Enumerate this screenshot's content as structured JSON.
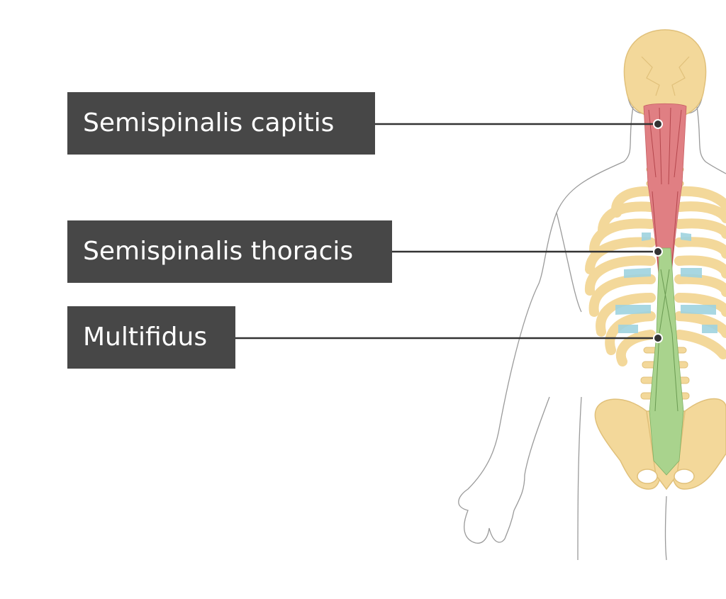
{
  "labels": {
    "semispinalis_capitis": "Semispinalis capitis",
    "semispinalis_thoracis": "Semispinalis thoracis",
    "multifidus": "Multifidus"
  },
  "colors": {
    "label_background": "#474747",
    "label_text": "#ffffff",
    "bone": "#f3d89a",
    "bone_outline": "#e0c07a",
    "muscle_semispinalis": "#e07f83",
    "muscle_multifidus": "#a9d38d",
    "intercostal": "#9fd3df",
    "leader_line": "#333333",
    "body_outline": "#9a9a9a"
  }
}
